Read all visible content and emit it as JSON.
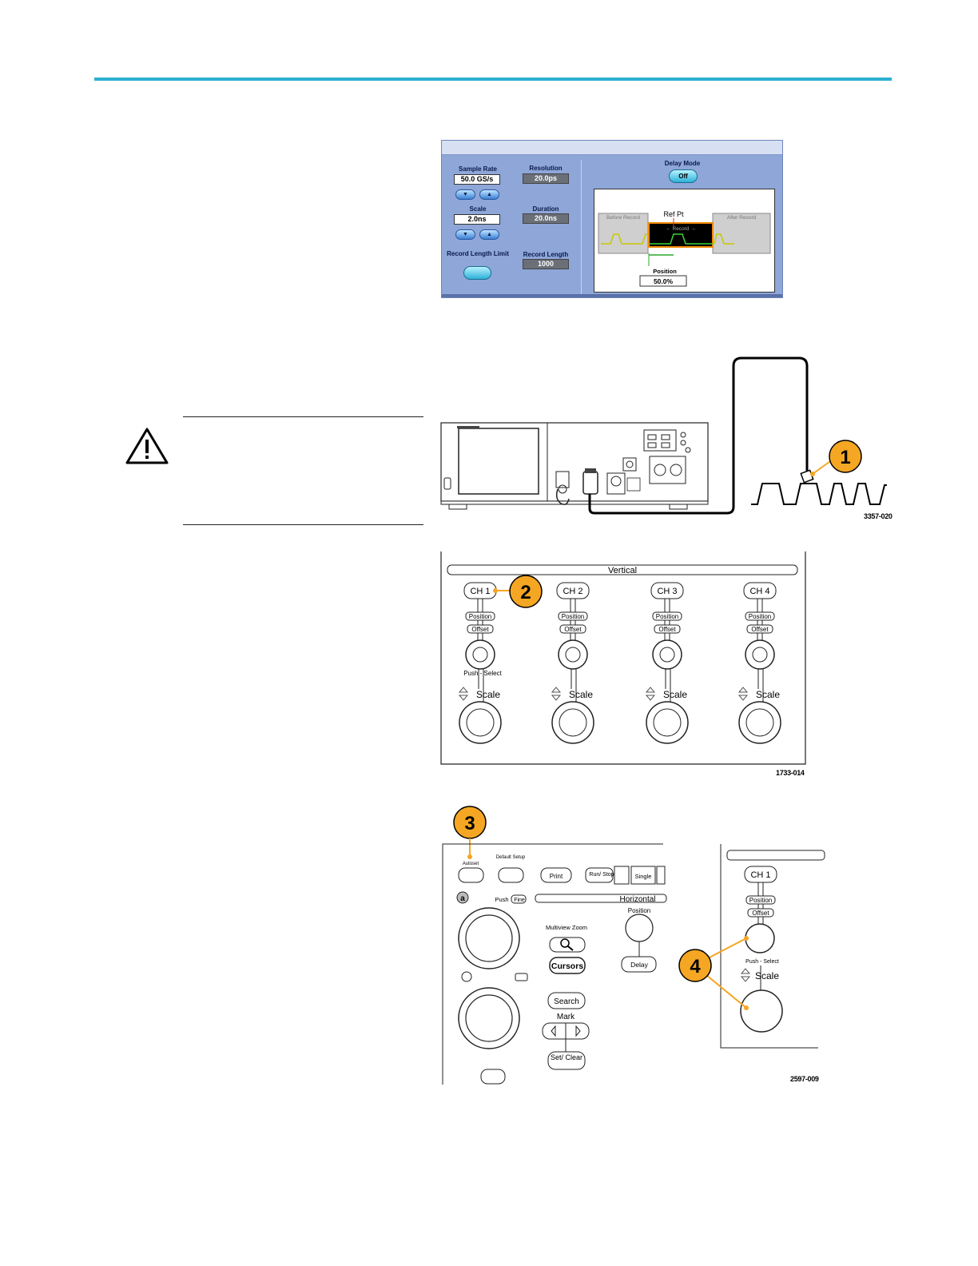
{
  "horizontal_menu": {
    "sample_rate_label": "Sample Rate",
    "sample_rate_value": "50.0 GS/s",
    "scale_label": "Scale",
    "scale_value": "2.0ns",
    "record_length_limit_label": "Record Length Limit",
    "resolution_label": "Resolution",
    "resolution_value": "20.0ps",
    "duration_label": "Duration",
    "duration_value": "20.0ns",
    "record_length_label": "Record Length",
    "record_length_value": "1000",
    "delay_mode_label": "Delay Mode",
    "delay_mode_value": "Off",
    "diagram": {
      "before_record": "Before Record",
      "ref_pt": "Ref Pt",
      "record": "← Record →",
      "after_record": "After Record",
      "position_label": "Position",
      "position_value": "50.0%"
    }
  },
  "probe_figure": {
    "callout": "1",
    "figure_id": "3357-020"
  },
  "vertical_figure": {
    "title": "Vertical",
    "callout": "2",
    "channels": [
      "CH 1",
      "CH 2",
      "CH 3",
      "CH 4"
    ],
    "position_label": "Position",
    "offset_label": "Offset",
    "push_select_label": "Push - Select",
    "scale_label": "Scale",
    "figure_id": "1733-014"
  },
  "front_panel_figure": {
    "callout_autoset": "3",
    "callout_knobs": "4",
    "autoset": "Autoset",
    "default_setup": "Default Setup",
    "print": "Print",
    "run_stop": "Run/ Stop",
    "single": "Single",
    "a_label": "a",
    "push_fine": "Push",
    "fine": "Fine",
    "horizontal": "Horizontal",
    "position": "Position",
    "multiview_zoom": "Multiview Zoom",
    "cursors": "Cursors",
    "delay": "Delay",
    "search": "Search",
    "mark": "Mark",
    "set_clear": "Set/ Clear",
    "ch1": "CH 1",
    "ch_position": "Position",
    "ch_offset": "Offset",
    "push_select": "Push - Select",
    "scale": "Scale",
    "figure_id": "2597-009"
  },
  "colors": {
    "accent_rule": "#2bb0d0",
    "callout_orange": "#f5a623",
    "menu_blue": "#8ea6d8"
  }
}
